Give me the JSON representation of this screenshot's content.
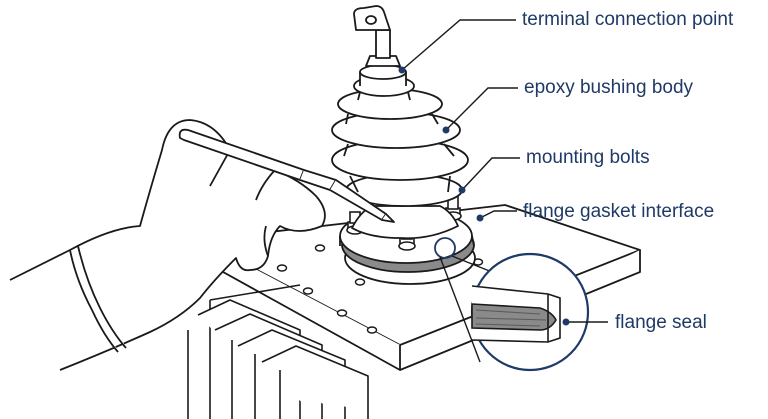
{
  "colors": {
    "ink": "#1a1a1a",
    "accent": "#1f3a66",
    "background": "#ffffff",
    "gasket": "#8a8a8a"
  },
  "labels": {
    "terminal": "terminal connection point",
    "body": "epoxy bushing body",
    "bolts": "mounting bolts",
    "gasket": "flange gasket interface",
    "seal": "flange seal"
  }
}
